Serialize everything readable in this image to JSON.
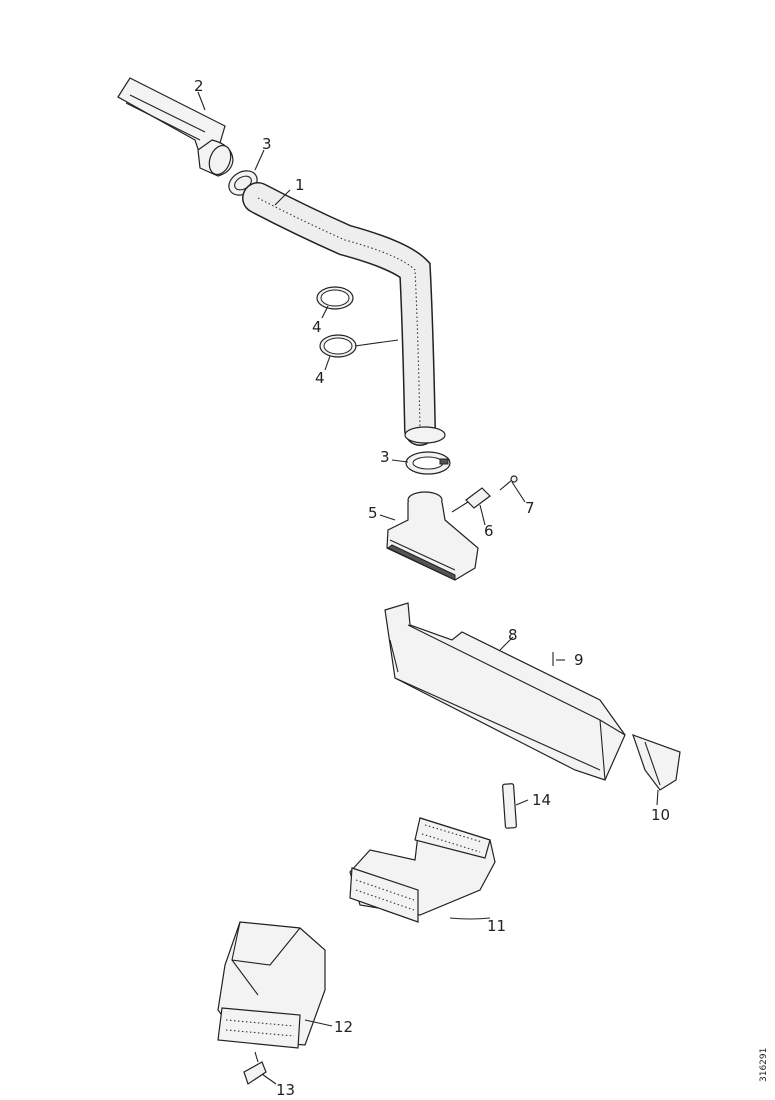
{
  "parts": {
    "p1": "1",
    "p2": "2",
    "p3a": "3",
    "p3b": "3",
    "p4a": "4",
    "p4b": "4",
    "p5": "5",
    "p6": "6",
    "p7": "7",
    "p8": "8",
    "p9": "9",
    "p10": "10",
    "p11": "11",
    "p12": "12",
    "p13": "13",
    "p14": "14"
  },
  "reference_code": "316291"
}
